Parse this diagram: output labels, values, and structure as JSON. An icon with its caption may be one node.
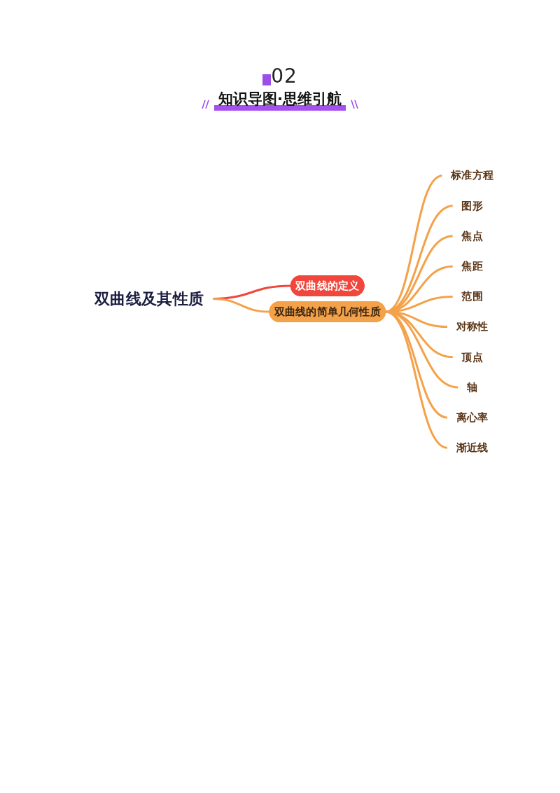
{
  "diagram": {
    "title": "知识导图·思维引航",
    "nodes": [
      {
        "text": [
          "双曲线及其性质"
        ]
      },
      {
        "text": [
          "双曲线的定义"
        ]
      },
      {
        "text": [
          "双曲线的简单几何性质"
        ]
      },
      {
        "text": [
          "标准方程"
        ]
      },
      {
        "text": [
          "图形"
        ]
      },
      {
        "text": [
          "焦点"
        ]
      },
      {
        "text": [
          "焦距"
        ]
      },
      {
        "text": [
          "范围"
        ]
      },
      {
        "text": [
          "对称性"
        ]
      },
      {
        "text": [
          "顶点"
        ]
      },
      {
        "text": [
          "轴"
        ]
      },
      {
        "text": [
          "离心率"
        ]
      },
      {
        "text": [
          "渐近线"
        ]
      }
    ],
    "edges": [
      {
        "from": 0,
        "to": 1,
        "arrow": "none",
        "color": "#f0463c"
      },
      {
        "from": 0,
        "to": 2,
        "arrow": "none"
      },
      {
        "from": 2,
        "to": 3,
        "arrow": "none"
      },
      {
        "from": 2,
        "to": 4,
        "arrow": "none"
      },
      {
        "from": 2,
        "to": 5,
        "arrow": "none"
      },
      {
        "from": 2,
        "to": 6,
        "arrow": "none"
      },
      {
        "from": 2,
        "to": 7,
        "arrow": "none"
      },
      {
        "from": 2,
        "to": 8,
        "arrow": "none"
      },
      {
        "from": 2,
        "to": 9,
        "arrow": "none"
      },
      {
        "from": 2,
        "to": 10,
        "arrow": "none"
      },
      {
        "from": 2,
        "to": 11,
        "arrow": "none"
      },
      {
        "from": 2,
        "to": 12,
        "arrow": "none"
      }
    ],
    "labels": [
      "02"
    ]
  }
}
